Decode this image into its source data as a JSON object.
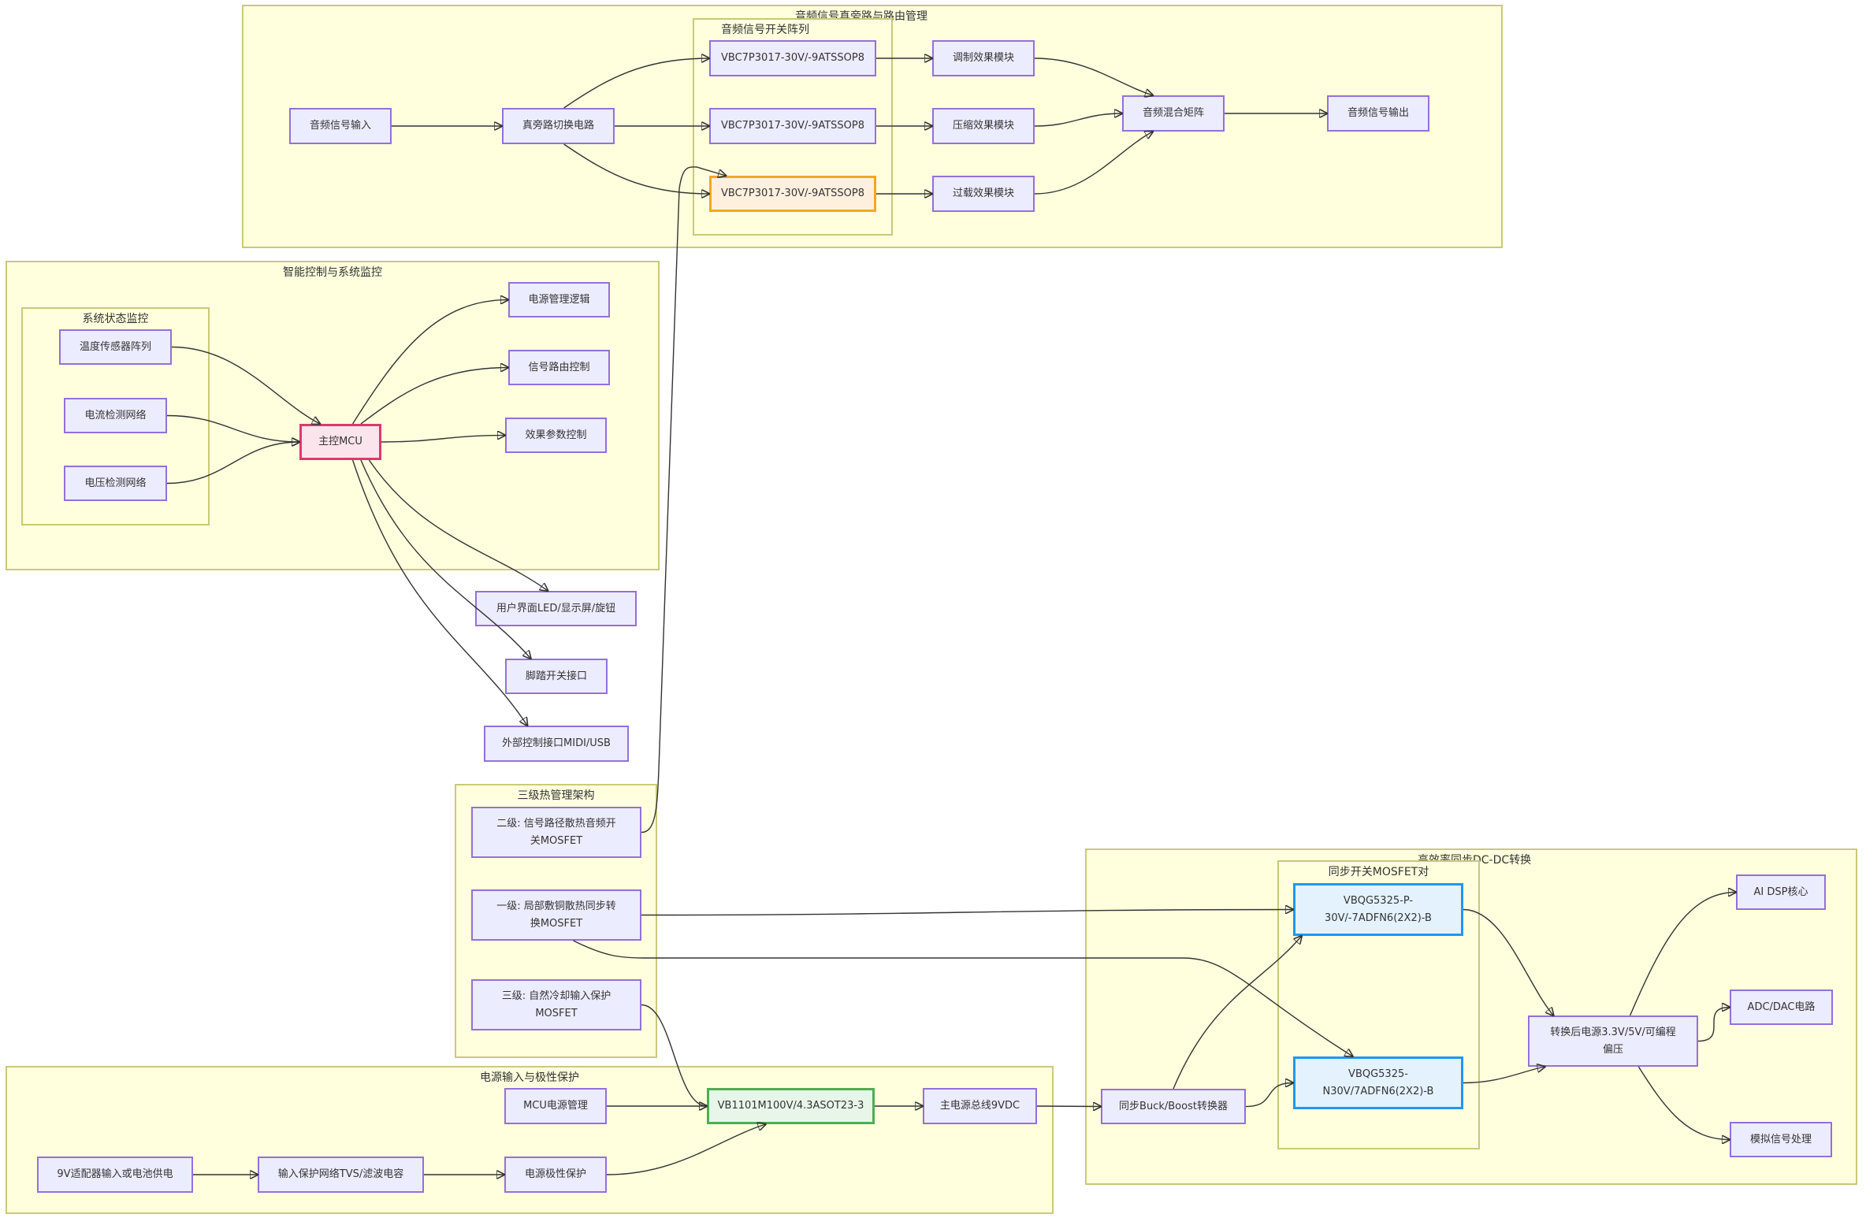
{
  "groups": {
    "audio": {
      "title": "音频信号真旁路与路由管理"
    },
    "audio_switch": {
      "title": "音频信号开关阵列"
    },
    "control": {
      "title": "智能控制与系统监控"
    },
    "monitor": {
      "title": "系统状态监控"
    },
    "thermal": {
      "title": "三级热管理架构"
    },
    "power": {
      "title": "电源输入与极性保护"
    },
    "dcdc": {
      "title": "高效率同步DC-DC转换"
    },
    "mosfet_pair": {
      "title": "同步开关MOSFET对"
    }
  },
  "nodes": {
    "audio_in": {
      "label": "音频信号输入"
    },
    "bypass": {
      "label": "真旁路切换电路"
    },
    "sw1": {
      "label": "VBC7P3017-30V/-9ATSSOP8"
    },
    "sw2": {
      "label": "VBC7P3017-30V/-9ATSSOP8"
    },
    "sw3": {
      "label": "VBC7P3017-30V/-9ATSSOP8"
    },
    "fx_mod": {
      "label": "调制效果模块"
    },
    "fx_comp": {
      "label": "压缩效果模块"
    },
    "fx_od": {
      "label": "过载效果模块"
    },
    "mixer": {
      "label": "音频混合矩阵"
    },
    "audio_out": {
      "label": "音频信号输出"
    },
    "temp": {
      "label": "温度传感器阵列"
    },
    "current": {
      "label": "电流检测网络"
    },
    "voltage": {
      "label": "电压检测网络"
    },
    "mcu": {
      "label": "主控MCU"
    },
    "pwr_logic": {
      "label": "电源管理逻辑"
    },
    "sig_route": {
      "label": "信号路由控制"
    },
    "fx_param": {
      "label": "效果参数控制"
    },
    "ui": {
      "label": "用户界面LED/显示屏/旋钮"
    },
    "footswitch": {
      "label": "脚踏开关接口"
    },
    "ext": {
      "label": "外部控制接口MIDI/USB"
    },
    "th2": {
      "line1": "二级: 信号路径散热音频开",
      "line2": "关MOSFET"
    },
    "th1": {
      "line1": "一级: 局部敷铜散热同步转",
      "line2": "换MOSFET"
    },
    "th3": {
      "line1": "三级: 自然冷却输入保护",
      "line2": "MOSFET"
    },
    "mcu_pwr": {
      "label": "MCU电源管理"
    },
    "vin": {
      "label": "9V适配器输入或电池供电"
    },
    "tvs": {
      "label": "输入保护网络TVS/滤波电容"
    },
    "polarity": {
      "label": "电源极性保护"
    },
    "vb1101": {
      "label": "VB1101M100V/4.3ASOT23-3"
    },
    "bus9v": {
      "label": "主电源总线9VDC"
    },
    "buck": {
      "label": "同步Buck/Boost转换器"
    },
    "mos_p": {
      "line1": "VBQG5325-P-",
      "line2": "30V/-7ADFN6(2X2)-B"
    },
    "mos_n": {
      "line1": "VBQG5325-",
      "line2": "N30V/7ADFN6(2X2)-B"
    },
    "rails": {
      "line1": "转换后电源3.3V/5V/可编程",
      "line2": "偏压"
    },
    "dsp": {
      "label": "AI DSP核心"
    },
    "adc": {
      "label": "ADC/DAC电路"
    },
    "analog": {
      "label": "模拟信号处理"
    }
  },
  "edges": [
    [
      "audio_in",
      "bypass"
    ],
    [
      "bypass",
      "sw1"
    ],
    [
      "bypass",
      "sw2"
    ],
    [
      "bypass",
      "sw3"
    ],
    [
      "sw1",
      "fx_mod"
    ],
    [
      "sw2",
      "fx_comp"
    ],
    [
      "sw3",
      "fx_od"
    ],
    [
      "fx_mod",
      "mixer"
    ],
    [
      "fx_comp",
      "mixer"
    ],
    [
      "fx_od",
      "mixer"
    ],
    [
      "mixer",
      "audio_out"
    ],
    [
      "temp",
      "mcu"
    ],
    [
      "current",
      "mcu"
    ],
    [
      "voltage",
      "mcu"
    ],
    [
      "mcu",
      "pwr_logic"
    ],
    [
      "mcu",
      "sig_route"
    ],
    [
      "mcu",
      "fx_param"
    ],
    [
      "mcu",
      "ui"
    ],
    [
      "mcu",
      "footswitch"
    ],
    [
      "mcu",
      "ext"
    ],
    [
      "th2",
      "sw3"
    ],
    [
      "th1",
      "mos_p"
    ],
    [
      "th1",
      "mos_n"
    ],
    [
      "th3",
      "vb1101"
    ],
    [
      "vin",
      "tvs"
    ],
    [
      "tvs",
      "polarity"
    ],
    [
      "polarity",
      "vb1101"
    ],
    [
      "mcu_pwr",
      "vb1101"
    ],
    [
      "vb1101",
      "bus9v"
    ],
    [
      "bus9v",
      "buck"
    ],
    [
      "buck",
      "mos_p"
    ],
    [
      "buck",
      "mos_n"
    ],
    [
      "mos_p",
      "rails"
    ],
    [
      "mos_n",
      "rails"
    ],
    [
      "rails",
      "dsp"
    ],
    [
      "rails",
      "adc"
    ],
    [
      "rails",
      "analog"
    ]
  ],
  "colors": {
    "group_fill": "#ffffde",
    "group_border": "#c9c97a",
    "node_fill": "#ececff",
    "node_border": "#9370db",
    "highlight_audio_switch": "#f5a623",
    "highlight_mcu": "#e0366f",
    "highlight_power_mosfet": "#4caf50",
    "highlight_dcdc_mosfet": "#2196f3"
  }
}
